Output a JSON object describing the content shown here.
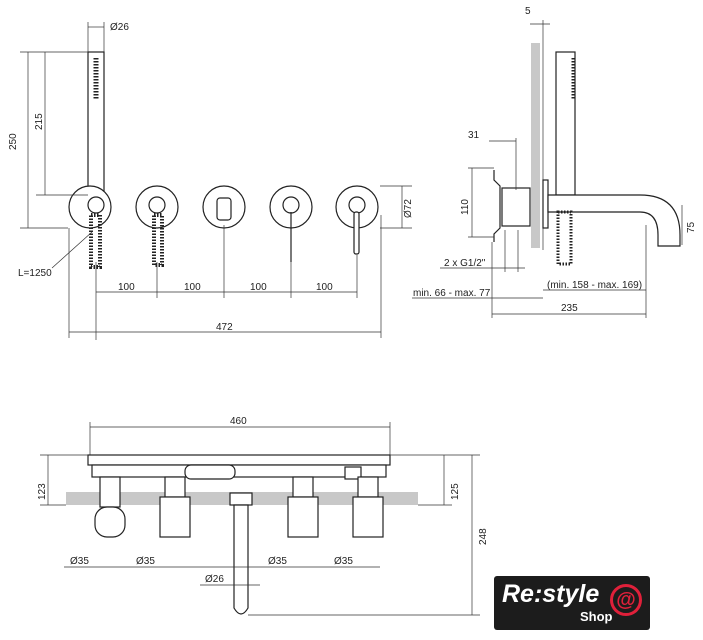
{
  "front_view": {
    "dim_handset_dia": "Ø26",
    "dim_height_total": "250",
    "dim_handset_len": "215",
    "dim_rosette_dia": "Ø72",
    "dim_hose": "L=1250",
    "dim_spacing": [
      "100",
      "100",
      "100",
      "100"
    ],
    "dim_total_width": "472"
  },
  "side_view": {
    "dim_top": "5",
    "dim_depth": "31",
    "dim_height": "110",
    "dim_spout_drop": "75",
    "dim_connection": "2 x G1/2\"",
    "dim_wall_range": "min. 66 - max. 77",
    "dim_spout_range": "(min. 158 - max. 169)",
    "dim_total": "235"
  },
  "bottom_view": {
    "dim_width": "460",
    "dim_left_height": "123",
    "dim_right_height": "125",
    "dim_total_height": "248",
    "dim_valve_dia": [
      "Ø35",
      "Ø35",
      "Ø35",
      "Ø35"
    ],
    "dim_spout_dia": "Ø26"
  },
  "logo": {
    "main": "Re:style",
    "sub": "Shop",
    "symbol": "@",
    "accent": "#e0203a"
  }
}
